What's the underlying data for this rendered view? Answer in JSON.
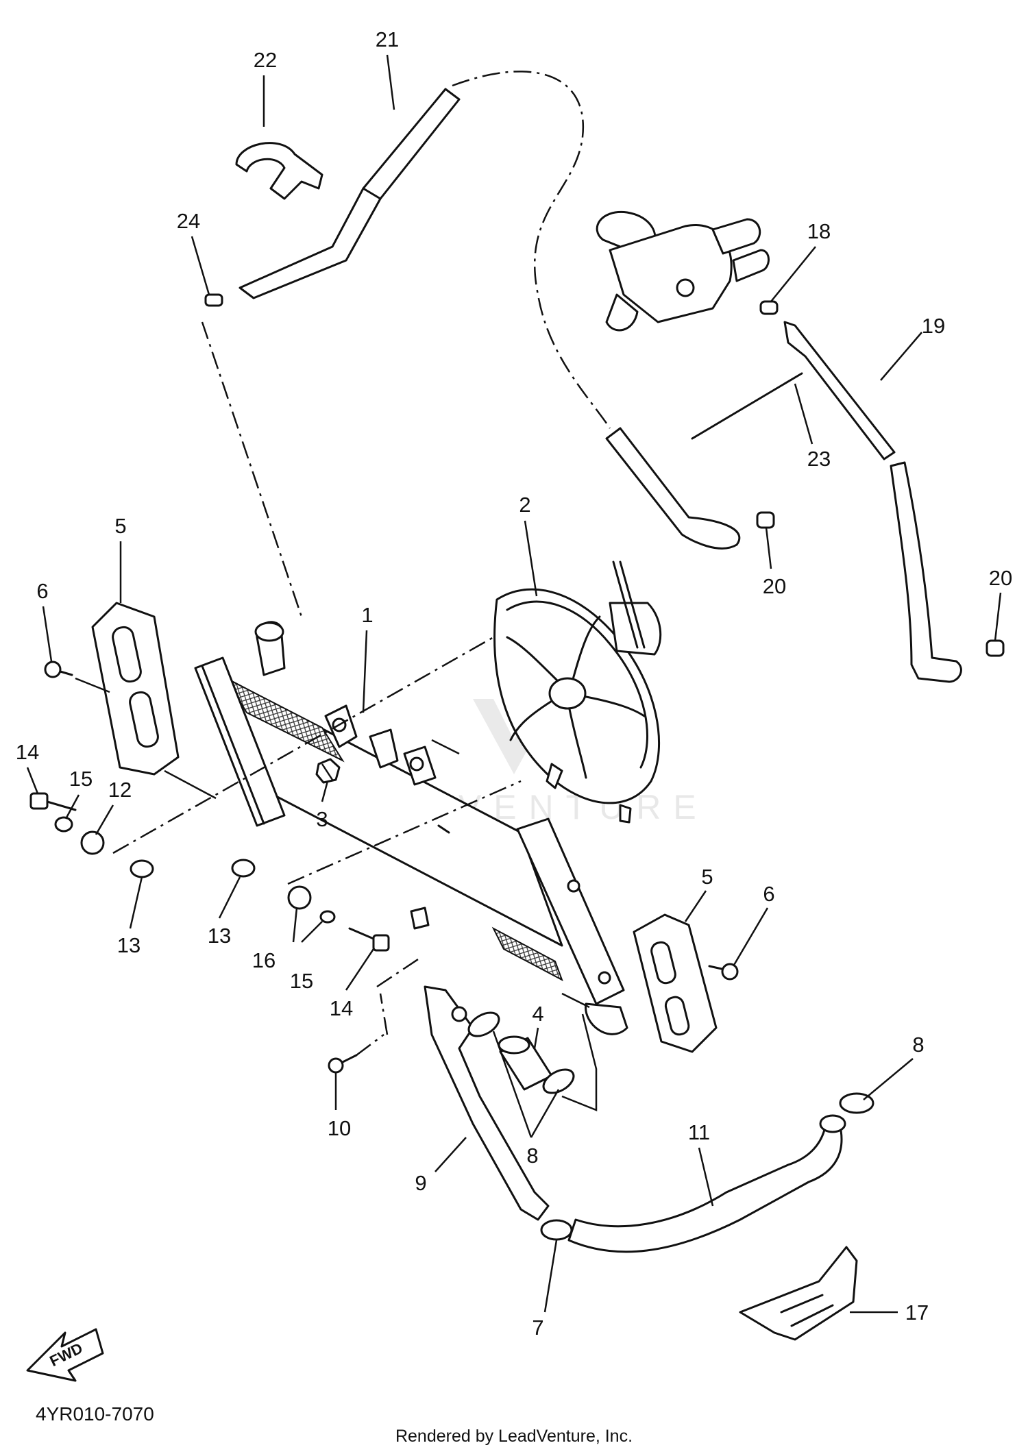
{
  "diagram_code": "4YR010-7070",
  "credit": "Rendered by LeadVenture, Inc.",
  "watermark": "LEADVENTURE",
  "fwd_label": "FWD",
  "callouts": {
    "c1": "1",
    "c2": "2",
    "c3": "3",
    "c4": "4",
    "c5a": "5",
    "c5b": "5",
    "c6a": "6",
    "c6b": "6",
    "c7": "7",
    "c8a": "8",
    "c8b": "8",
    "c9": "9",
    "c10": "10",
    "c11": "11",
    "c12": "12",
    "c13a": "13",
    "c13b": "13",
    "c14a": "14",
    "c14b": "14",
    "c15a": "15",
    "c15b": "15",
    "c16": "16",
    "c17": "17",
    "c18": "18",
    "c19": "19",
    "c20a": "20",
    "c20b": "20",
    "c21": "21",
    "c22": "22",
    "c23": "23",
    "c24": "24"
  }
}
